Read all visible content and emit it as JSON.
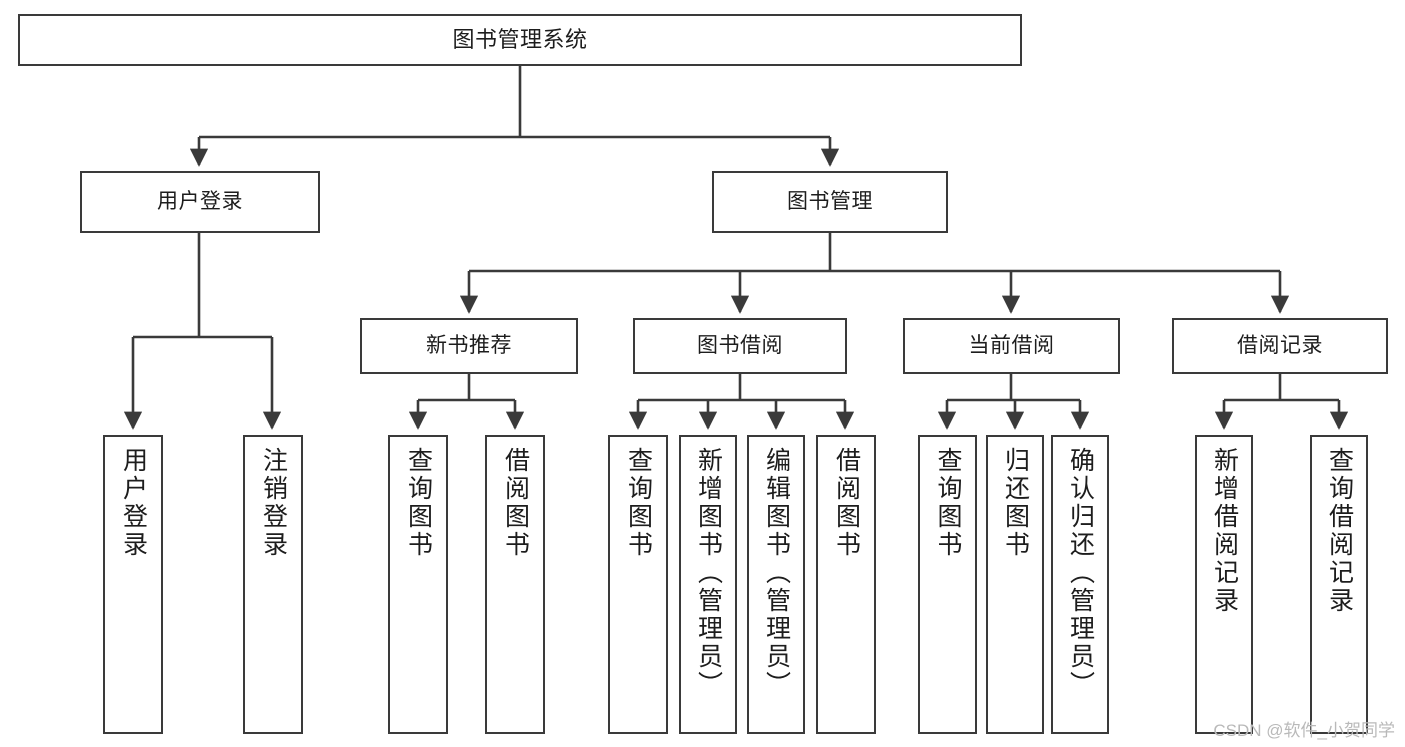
{
  "diagram": {
    "type": "tree",
    "title": "图书管理系统",
    "watermark": "CSDN @软件_小贺同学",
    "colors": {
      "stroke": "#3a3a3a",
      "fill": "#ffffff",
      "text": "#1d1d1d",
      "watermark": "#b9b9b9"
    },
    "nodes": {
      "root": {
        "label": "图书管理系统"
      },
      "level2": [
        {
          "id": "user-login",
          "label": "用户登录"
        },
        {
          "id": "book-manage",
          "label": "图书管理"
        }
      ],
      "level3": [
        {
          "id": "new-book-recommend",
          "label": "新书推荐"
        },
        {
          "id": "book-borrow",
          "label": "图书借阅"
        },
        {
          "id": "current-borrow",
          "label": "当前借阅"
        },
        {
          "id": "borrow-record",
          "label": "借阅记录"
        }
      ],
      "leaves": {
        "user_login": [
          {
            "id": "leaf-user-login",
            "label": "用户登录"
          },
          {
            "id": "leaf-logout",
            "label": "注销登录"
          }
        ],
        "new_book_recommend": [
          {
            "id": "leaf-query-book-1",
            "label": "查询图书"
          },
          {
            "id": "leaf-borrow-book-1",
            "label": "借阅图书"
          }
        ],
        "book_borrow": [
          {
            "id": "leaf-query-book-2",
            "label": "查询图书"
          },
          {
            "id": "leaf-add-book",
            "label": "新增图书（管理员）"
          },
          {
            "id": "leaf-edit-book",
            "label": "编辑图书（管理员）"
          },
          {
            "id": "leaf-borrow-book-2",
            "label": "借阅图书"
          }
        ],
        "current_borrow": [
          {
            "id": "leaf-query-book-3",
            "label": "查询图书"
          },
          {
            "id": "leaf-return-book",
            "label": "归还图书"
          },
          {
            "id": "leaf-confirm-return",
            "label": "确认归还（管理员）"
          }
        ],
        "borrow_record": [
          {
            "id": "leaf-add-record",
            "label": "新增借阅记录"
          },
          {
            "id": "leaf-query-record",
            "label": "查询借阅记录"
          }
        ]
      }
    }
  }
}
